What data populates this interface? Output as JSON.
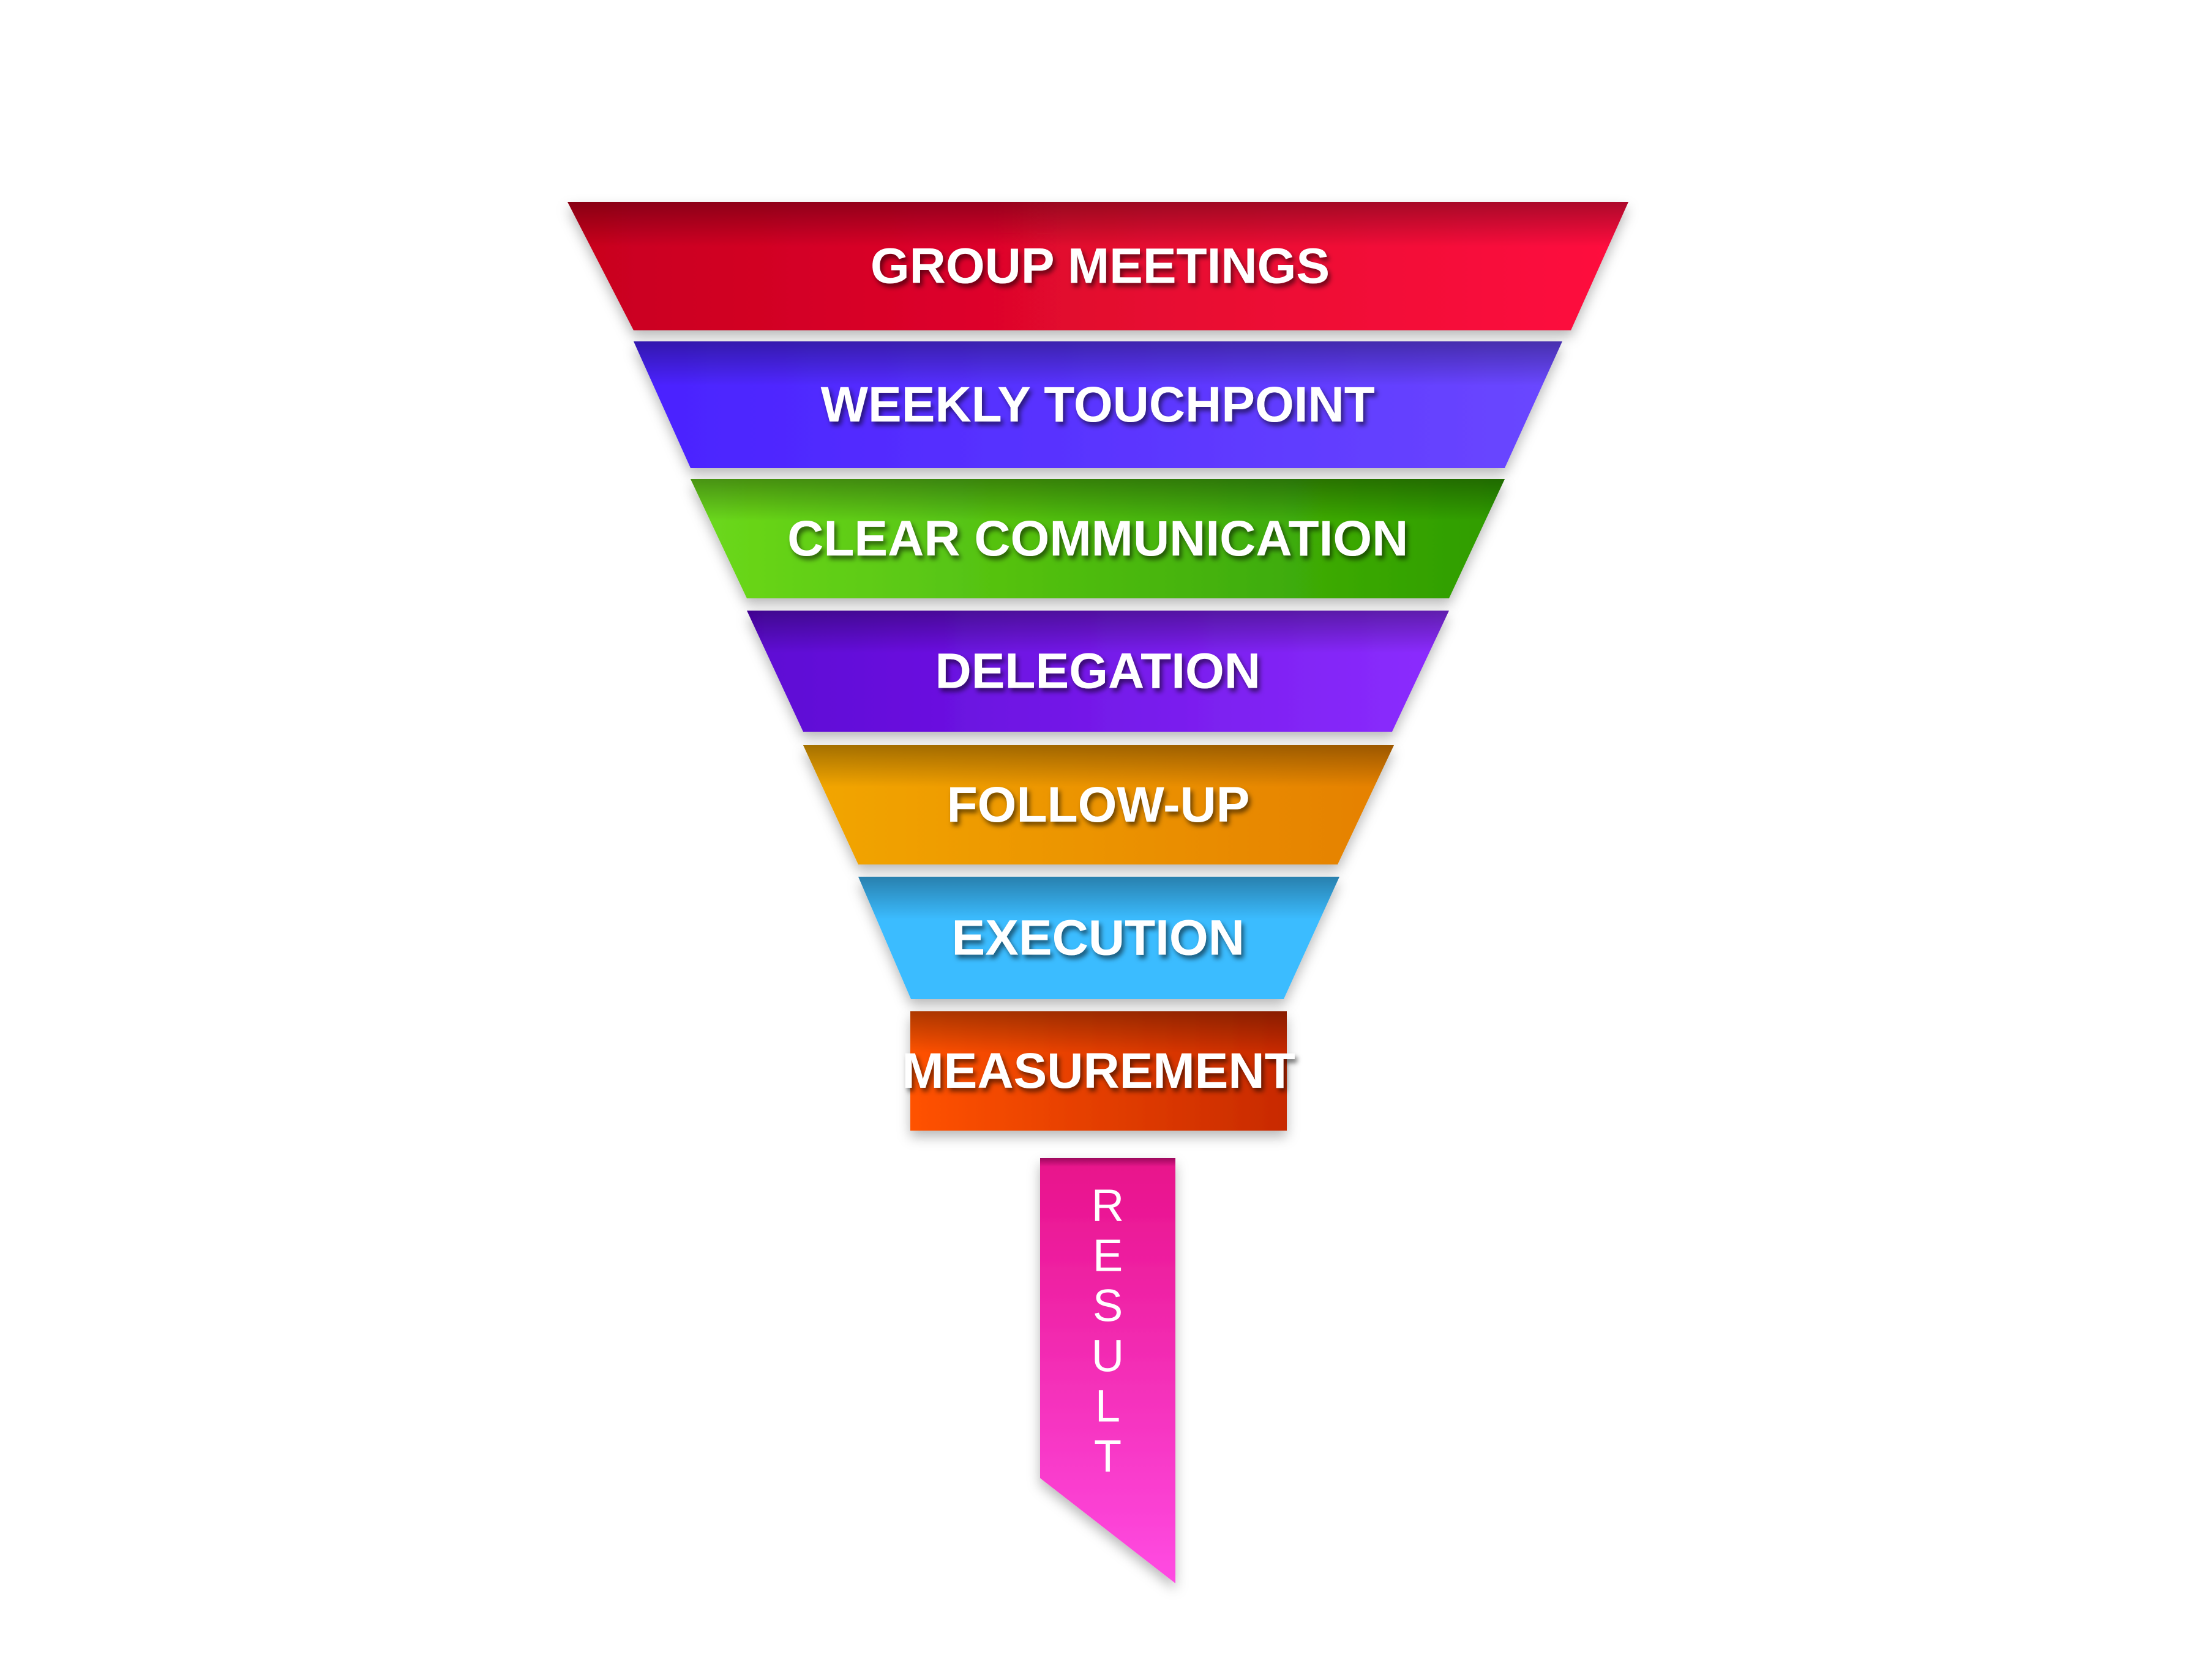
{
  "stages": [
    {
      "label": "GROUP MEETINGS",
      "color_left": "#c8001e",
      "color_right": "#ff0f3f"
    },
    {
      "label": "WEEKLY TOUCHPOINT",
      "color_left": "#4a22ff",
      "color_right": "#6a47ff"
    },
    {
      "label": "CLEAR COMMUNICATION",
      "color_left": "#6cd91b",
      "color_right": "#2e9c00"
    },
    {
      "label": "DELEGATION",
      "color_left": "#5d06d3",
      "color_right": "#8c2dff"
    },
    {
      "label": "FOLLOW-UP",
      "color_left": "#f2a600",
      "color_right": "#e58000"
    },
    {
      "label": "EXECUTION",
      "color_left": "#3bbcff",
      "color_right": "#3bbcff"
    },
    {
      "label": "MEASUREMENT",
      "color_left": "#ff5200",
      "color_right": "#c82a00"
    }
  ],
  "result": {
    "letters": [
      "R",
      "E",
      "S",
      "U",
      "L",
      "T"
    ],
    "color_top": "#e8118a",
    "color_bottom": "#ff4be3"
  }
}
